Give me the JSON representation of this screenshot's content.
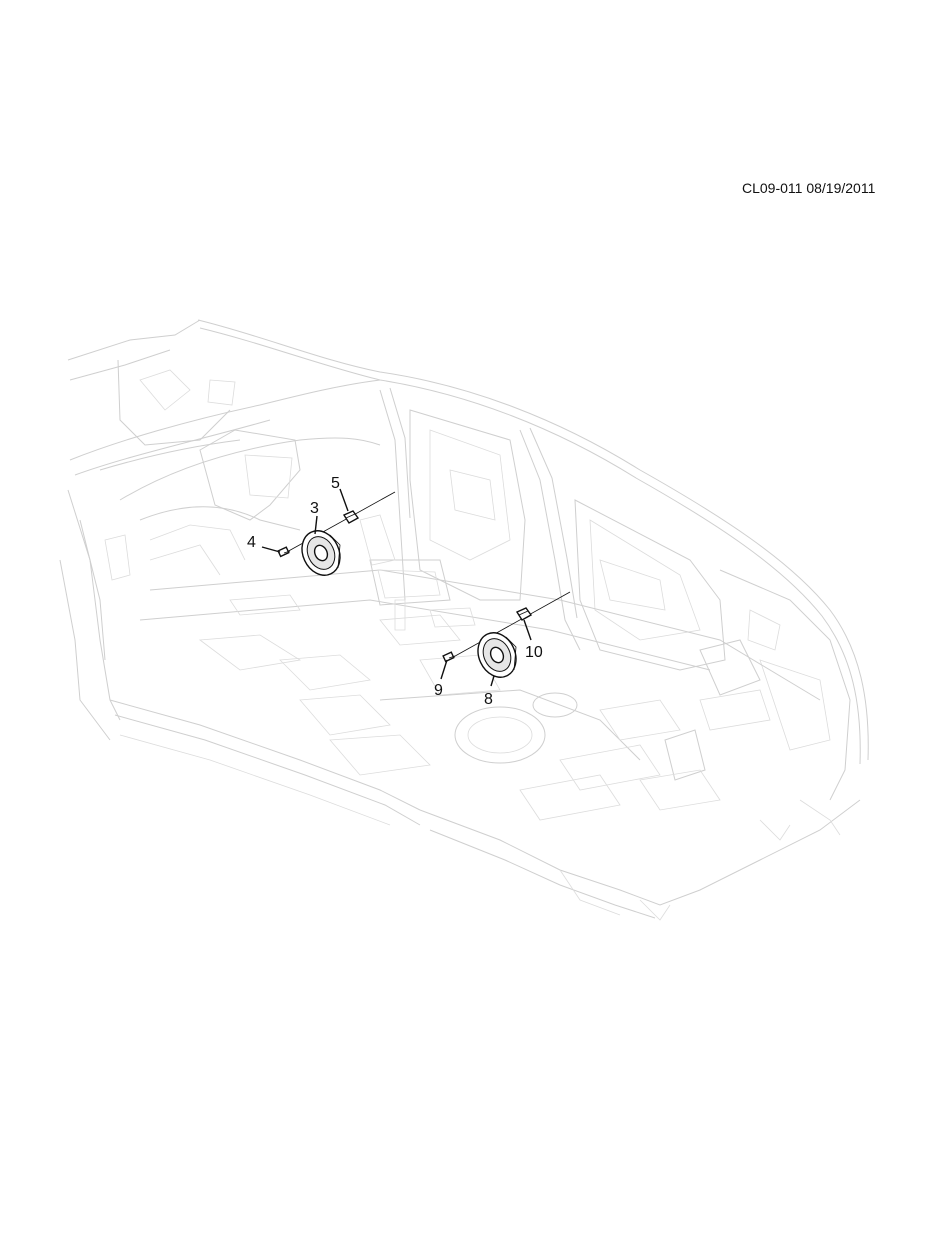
{
  "header": {
    "doc_code": "CL09-011 08/19/2011"
  },
  "callouts": {
    "c3": "3",
    "c4": "4",
    "c5": "5",
    "c8": "8",
    "c9": "9",
    "c10": "10"
  }
}
